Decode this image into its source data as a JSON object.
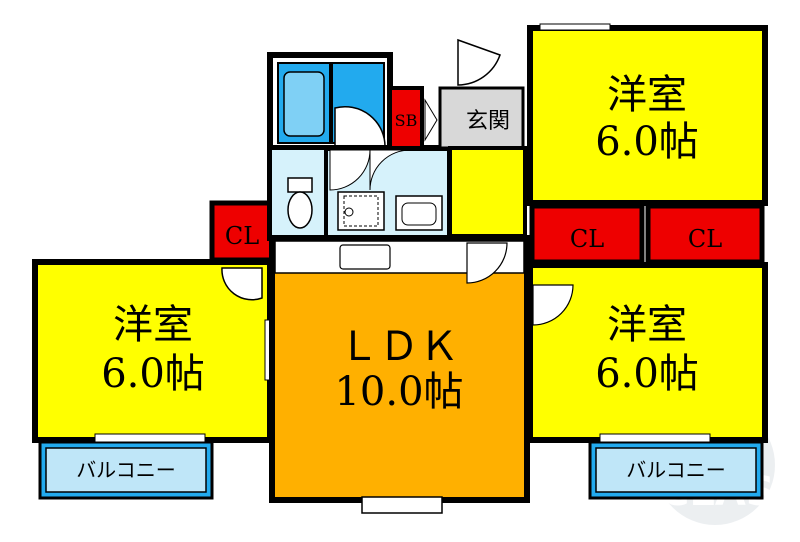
{
  "floorplan": {
    "rooms": {
      "western_top_right": {
        "name": "洋室",
        "size": "6.0帖"
      },
      "western_left": {
        "name": "洋室",
        "size": "6.0帖"
      },
      "western_right": {
        "name": "洋室",
        "size": "6.0帖"
      },
      "ldk": {
        "name": "ＬＤＫ",
        "size": "10.0帖"
      }
    },
    "closets": {
      "left": "CL",
      "right_a": "CL",
      "right_b": "CL"
    },
    "shoe_box": "SB",
    "entrance": "玄関",
    "balconies": {
      "left": "バルコニー",
      "right": "バルコニー"
    },
    "watermark": "CLASN",
    "colors": {
      "room_yellow": "#ffff00",
      "ldk_orange": "#ffb000",
      "closet_red": "#ee0000",
      "bath_blue": "#22aaee",
      "balcony_blue": "#22aaee",
      "entrance_gray": "#d8d8d8",
      "wash_lightblue": "#d6f2fb",
      "wall": "#000000"
    }
  }
}
